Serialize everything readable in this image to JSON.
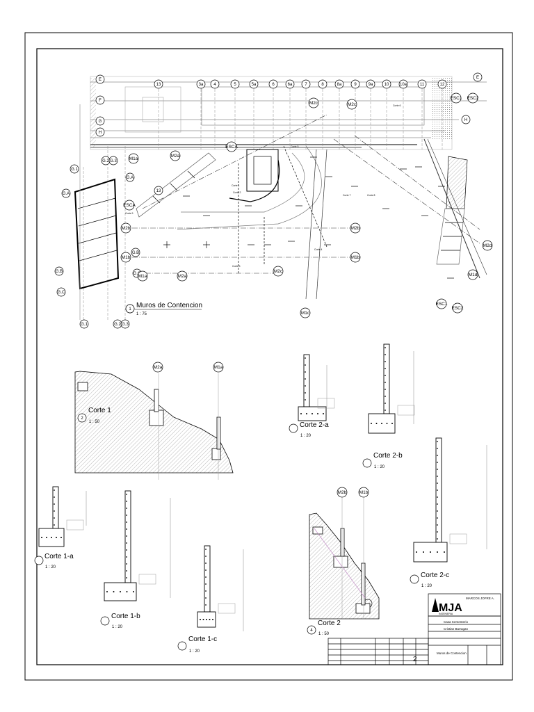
{
  "plan": {
    "title": "Muros de Contencion",
    "number": "1",
    "scale": "1 : 75",
    "grid_top": [
      "E",
      "13",
      "3a",
      "4",
      "5",
      "5a",
      "6",
      "6a",
      "7",
      "8",
      "8a",
      "9",
      "9a",
      "10",
      "10a",
      "11",
      "12",
      "E"
    ],
    "grid_left": [
      "E",
      "F",
      "G",
      "H",
      "G.3",
      "G.2",
      "G.1",
      "G.A",
      "G.B",
      "G.C"
    ],
    "grid_bottom": [
      "G.1",
      "G.2",
      "G.3"
    ],
    "walls": [
      "M1a",
      "M2a",
      "M2b",
      "M1b",
      "M2c",
      "M1c",
      "M2d",
      "M1d",
      "M2a",
      "M1a",
      "M2b",
      "M1b",
      "M2d",
      "M2c",
      "M1d"
    ],
    "labels": [
      "ESCA",
      "ESCA",
      "ESC1",
      "ESC2",
      "ESC1",
      "ESC2",
      "Corte 1",
      "Corte 2",
      "Corte 3",
      "Corte 4",
      "Corte 5",
      "Corte 6",
      "Corte 7",
      "Corte 8",
      "Corte 9"
    ]
  },
  "sections": [
    {
      "id": "corte-1",
      "title": "Corte 1",
      "number": "2",
      "scale": "1 : 50",
      "walls": [
        "M2a",
        "M1a"
      ]
    },
    {
      "id": "corte-2a",
      "title": "Corte 2-a",
      "scale": "1 : 20"
    },
    {
      "id": "corte-2b",
      "title": "Corte 2-b",
      "scale": "1 : 20"
    },
    {
      "id": "corte-2c",
      "title": "Corte 2-c",
      "scale": "1 : 20"
    },
    {
      "id": "corte-1a",
      "title": "Corte 1-a",
      "scale": "1 : 20"
    },
    {
      "id": "corte-1b",
      "title": "Corte 1-b",
      "scale": "1 : 20"
    },
    {
      "id": "corte-1c",
      "title": "Corte 1-c",
      "scale": "1 : 20"
    },
    {
      "id": "corte-2",
      "title": "Corte 2",
      "number": "4",
      "scale": "1 : 50",
      "walls": [
        "M2b",
        "M1b"
      ]
    }
  ],
  "title_block": {
    "logo": "MJA",
    "logo_sub": "INGENIERIA",
    "company": "MARCOS JOFRE A.",
    "project": "Casa Cementerio",
    "client": "Cristian Barragan",
    "sheet_title": "Muros de Contencion",
    "sheet_number": "2"
  },
  "colors": {
    "line": "#000000",
    "hatch": "#9a9a9a",
    "paper": "#ffffff",
    "grey_line": "#7a7a7a"
  }
}
